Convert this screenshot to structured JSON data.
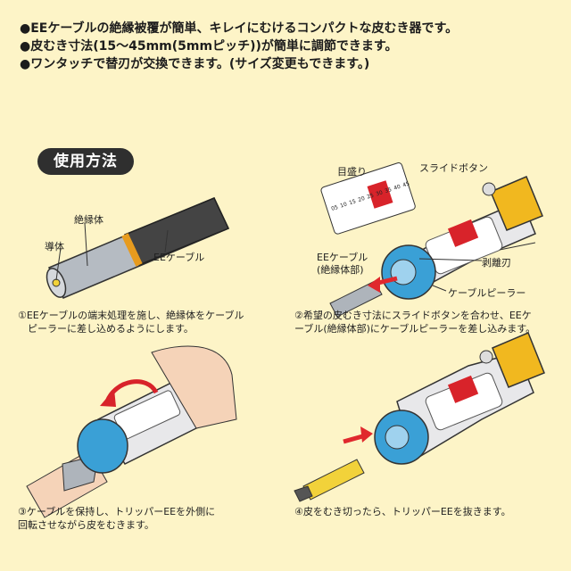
{
  "bullets": [
    "●EEケーブルの絶縁被覆が簡単、キレイにむけるコンパクトな皮むき器です。",
    "●皮むき寸法(15〜45mm(5mmピッチ))が簡単に調節できます。",
    "●ワンタッチで替刃が交換できます。(サイズ変更もできます。)"
  ],
  "howto_label": "使用方法",
  "panel1": {
    "labels": {
      "insulator": "絶縁体",
      "conductor": "導体",
      "cable": "EEケーブル"
    },
    "caption": [
      "①EEケーブルの端末処理を施し、絶縁体をケーブル",
      "　ピーラーに差し込めるようにします。"
    ]
  },
  "panel2": {
    "labels": {
      "scale": "目盛り",
      "slide_button": "スライドボタン",
      "ee_cable": "EEケーブル",
      "ee_cable_sub": "(絶縁体部)",
      "blade": "剥離刃",
      "peeler": "ケーブルピーラー"
    },
    "scale_ticks": [
      "05",
      "10",
      "15",
      "20",
      "25",
      "30",
      "35",
      "40",
      "45"
    ],
    "caption": [
      "②希望の皮むき寸法にスライドボタンを合わせ、EEケ",
      "ーブル(絶縁体部)にケーブルピーラーを差し込みます。"
    ]
  },
  "panel3": {
    "caption": [
      "③ケーブルを保持し、トリッパーEEを外側に",
      "回転させながら皮をむきます。"
    ]
  },
  "panel4": {
    "caption": [
      "④皮をむき切ったら、トリッパーEEを抜きます。"
    ]
  },
  "colors": {
    "background": "#fdf4c7",
    "tool_blue": "#3aa0d6",
    "tool_yellow": "#f1b81f",
    "tool_red": "#d8232a",
    "cable_gray": "#aeb4bb",
    "arrow_red": "#e0282d"
  }
}
